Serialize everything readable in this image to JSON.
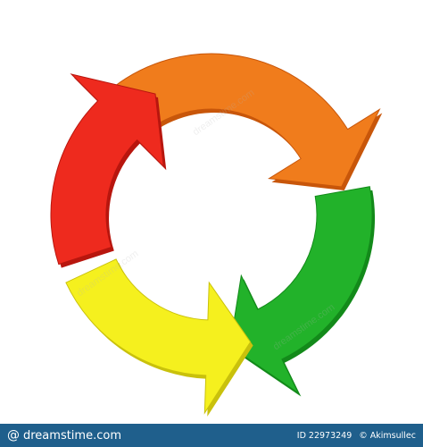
{
  "diagram": {
    "arrows": [
      {
        "name": "orange",
        "color": "#f07c1c",
        "shade": "#c8560a"
      },
      {
        "name": "green",
        "color": "#22b22a",
        "shade": "#138a1a"
      },
      {
        "name": "yellow",
        "color": "#f5f01e",
        "shade": "#c9c10c"
      },
      {
        "name": "red",
        "color": "#ee2a1e",
        "shade": "#b8160e"
      }
    ]
  },
  "watermark": {
    "text": "dreamstime.com"
  },
  "footer": {
    "brand": "dreamstime.com",
    "id_text": "ID 22973249",
    "copyright": "© Akimsullec"
  }
}
